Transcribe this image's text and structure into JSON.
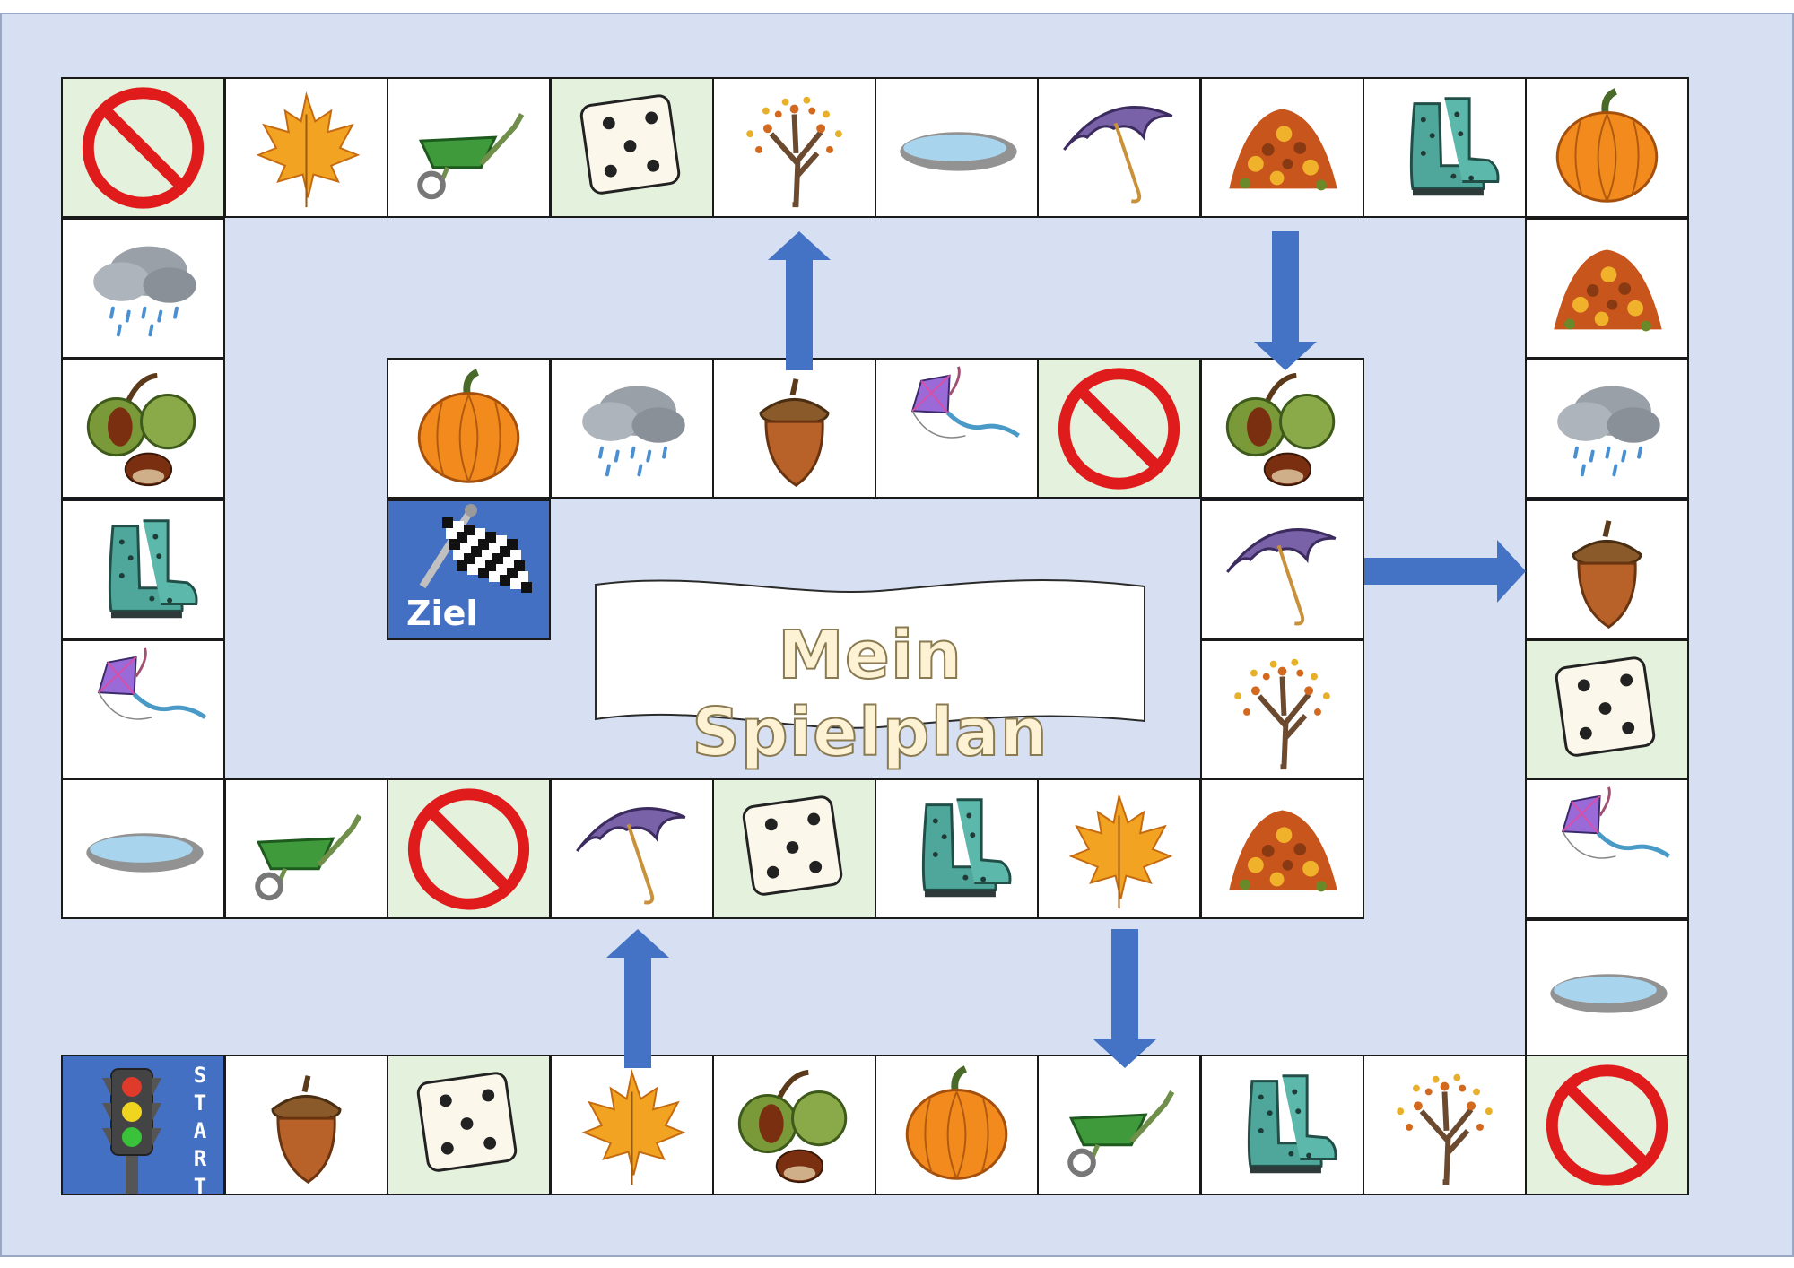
{
  "board": {
    "title": "Mein Spielplan",
    "finish_label": "Ziel",
    "start_letters": [
      "S",
      "T",
      "A",
      "R",
      "T"
    ],
    "colors": {
      "background": "#d6e0f2",
      "cell": "#ffffff",
      "pause_cell": "#e4f1dd",
      "special_cell": "#4470c3",
      "arrow": "#4472c4"
    },
    "outer_top_row": [
      "no-entry-icon",
      "maple-leaf-icon",
      "wheelbarrow-icon",
      "dice-icon",
      "autumn-tree-icon",
      "puddle-icon",
      "umbrella-icon",
      "leaf-pile-icon",
      "rain-boots-icon",
      "pumpkin-icon"
    ],
    "outer_left_column": [
      "rain-cloud-icon",
      "chestnut-icon",
      "rain-boots-icon",
      "kite-icon",
      "puddle-icon"
    ],
    "outer_right_column": [
      "leaf-pile-icon",
      "rain-cloud-icon",
      "acorn-icon",
      "dice-icon",
      "kite-icon",
      "puddle-icon"
    ],
    "bottom_row": [
      "traffic-light-start",
      "acorn-icon",
      "dice-icon",
      "maple-leaf-icon",
      "chestnut-icon",
      "pumpkin-icon",
      "wheelbarrow-icon",
      "rain-boots-icon",
      "autumn-tree-icon",
      "no-entry-icon"
    ],
    "middle_row": [
      "wheelbarrow-icon",
      "no-entry-icon",
      "umbrella-icon",
      "dice-icon",
      "rain-boots-icon",
      "maple-leaf-icon",
      "leaf-pile-icon"
    ],
    "inner_right_column": [
      "umbrella-icon",
      "autumn-tree-icon"
    ],
    "inner_top_row": [
      "pumpkin-icon",
      "rain-cloud-icon",
      "acorn-icon",
      "kite-icon",
      "no-entry-icon",
      "chestnut-icon"
    ],
    "finish_cell": "checkered-flag-icon",
    "arrows": [
      "arrow-up",
      "arrow-down",
      "arrow-right",
      "arrow-up",
      "arrow-down"
    ]
  }
}
